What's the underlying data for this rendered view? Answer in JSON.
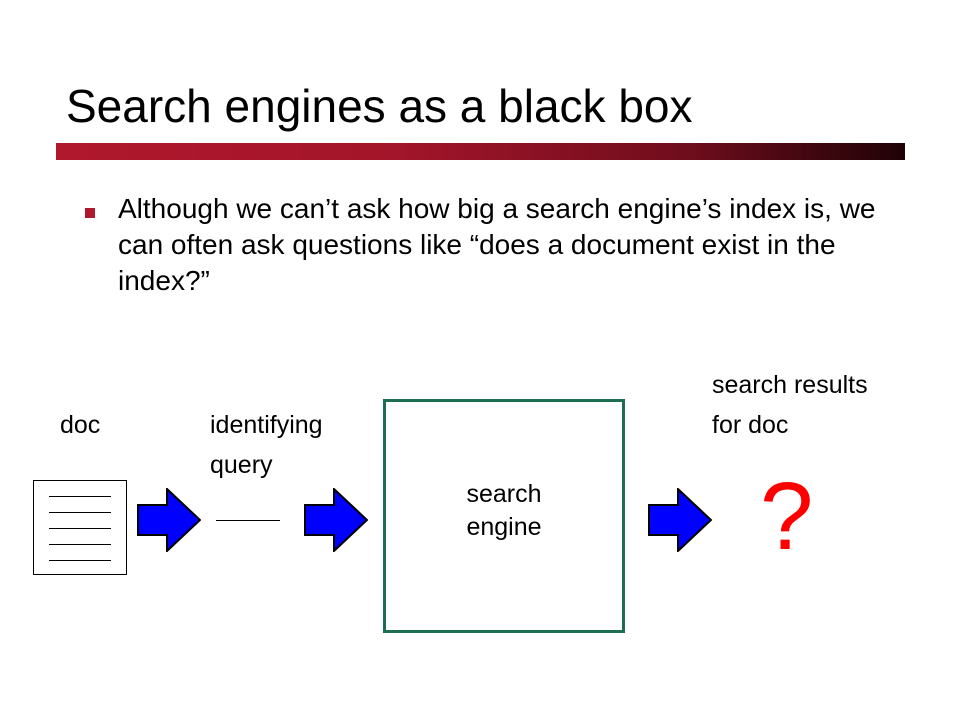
{
  "slide": {
    "title": "Search engines as a black box",
    "bullet": "Although we can’t ask how big a search engine’s index is, we can often ask questions like “does a document exist in the index?”"
  },
  "diagram": {
    "doc_label": "doc",
    "query_label_line1": "identifying",
    "query_label_line2": "query",
    "engine_label_line1": "search",
    "engine_label_line2": "engine",
    "results_label_line1": "search results",
    "results_label_line2": "for doc",
    "unknown_mark": "?",
    "colors": {
      "arrow_fill": "#0000ff",
      "engine_border": "#1b6e54",
      "question_mark": "#ff0000",
      "accent": "#b0182d"
    }
  }
}
